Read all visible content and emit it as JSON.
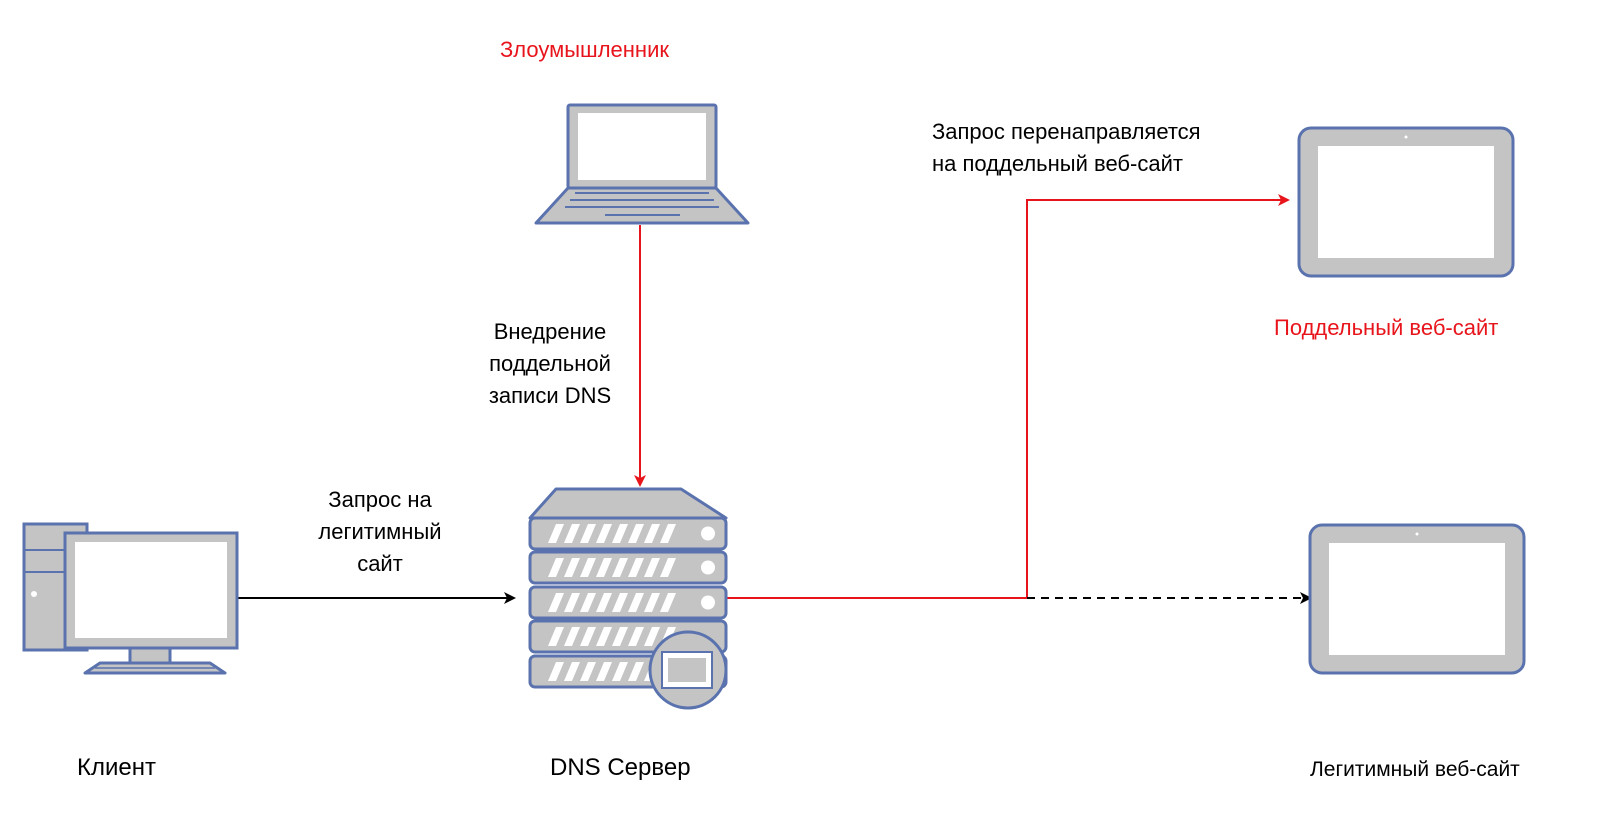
{
  "colors": {
    "device_fill": "#c4c4c4",
    "device_stroke": "#5a72ae",
    "screen_fill": "#ffffff",
    "attack_line": "#e8141b",
    "normal_line": "#000000",
    "attacker_text": "#e8141b"
  },
  "nodes": {
    "attacker": {
      "label": "Злоумышленник",
      "icon": "laptop-icon"
    },
    "client": {
      "label": "Клиент",
      "icon": "desktop-computer-icon"
    },
    "dns_server": {
      "label": "DNS Сервер",
      "icon": "server-rack-icon"
    },
    "fake_site": {
      "label": "Поддельный веб-сайт",
      "icon": "tablet-icon"
    },
    "legit_site": {
      "label": "Легитимный веб-сайт",
      "icon": "tablet-icon"
    }
  },
  "edges": {
    "inject": {
      "label": "Внедрение\nподдельной\nзаписи DNS"
    },
    "request": {
      "label": "Запрос на\nлегитимный\nсайт"
    },
    "redirect": {
      "label": "Запрос перенаправляется\nна поддельный веб-сайт"
    }
  }
}
